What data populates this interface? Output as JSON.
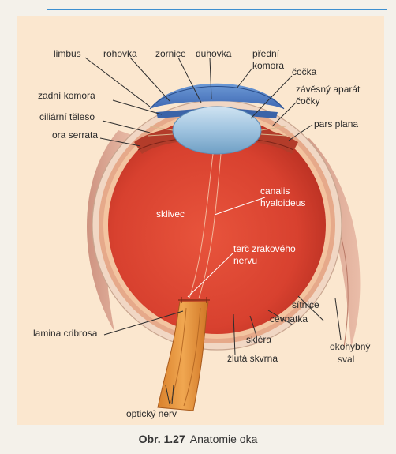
{
  "labels": {
    "limbus": "limbus",
    "rohovka": "rohovka",
    "zornice": "zornice",
    "duhovka": "duhovka",
    "predni_komora_1": "přední",
    "predni_komora_2": "komora",
    "cocka": "čočka",
    "zadni_komora": "zadní komora",
    "zavesny_1": "závěsný aparát",
    "zavesny_2": "čočky",
    "ciliarni_teleso": "ciliární těleso",
    "pars_plana": "pars plana",
    "ora_serrata": "ora serrata",
    "sklivec": "sklivec",
    "canalis_1": "canalis",
    "canalis_2": "hyaloideus",
    "terc_1": "terč zrakového",
    "terc_2": "nervu",
    "sitnice": "sítnice",
    "cevnatka": "cévnatka",
    "lamina_cribrosa": "lamina cribrosa",
    "sklera": "skléra",
    "zluta_skvrna": "žlutá skvrna",
    "okohybny_1": "okohybný",
    "okohybny_2": "sval",
    "opticky_nerv": "optický nerv"
  },
  "caption": {
    "number": "Obr. 1.27",
    "title": "Anatomie oka"
  }
}
